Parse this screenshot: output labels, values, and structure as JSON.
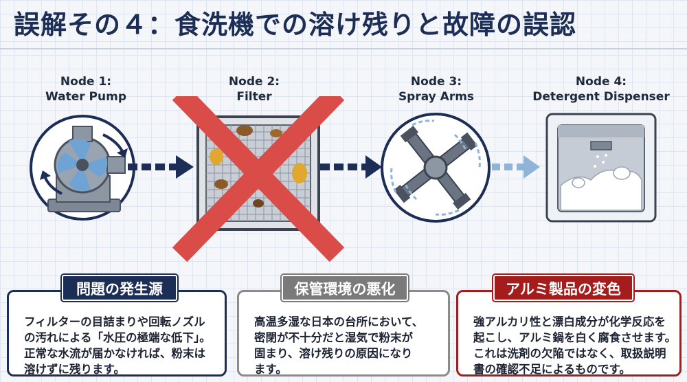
{
  "title": "誤解その４：食洗機での溶け残りと故障の誤認",
  "nodes": [
    {
      "line1": "Node 1:",
      "line2": "Water Pump",
      "icon": "water-pump-icon"
    },
    {
      "line1": "Node 2:",
      "line2": "Filter",
      "icon": "filter-icon",
      "status": "crossed-out"
    },
    {
      "line1": "Node 3:",
      "line2": "Spray Arms",
      "icon": "spray-arms-icon"
    },
    {
      "line1": "Node 4:",
      "line2": "Detergent Dispenser",
      "icon": "detergent-dispenser-icon"
    }
  ],
  "cards": [
    {
      "tag": "問題の発生源",
      "lines": [
        "フィルターの目詰まりや回転ノズル",
        "の汚れによる「水圧の極端な低下」。",
        "正常な水流が届かなければ、粉末は",
        "溶けずに残ります。"
      ]
    },
    {
      "tag": "保管環境の悪化",
      "lines": [
        "高温多湿な日本の台所において、",
        "密閉が不十分だと湿気で粉末が",
        "固まり、溶け残りの原因になり",
        "ます。"
      ]
    },
    {
      "tag": "アルミ製品の変色",
      "lines": [
        "強アルカリ性と漂白成分が化学反応を",
        "起こし、アルミ鍋を白く腐食させます。",
        "これは洗剤の欠陥ではなく、取扱説明",
        "書の確認不足によるものです。"
      ]
    }
  ],
  "colors": {
    "navy": "#1c2e55",
    "gray": "#7a7a7a",
    "red": "#a51c1c",
    "cross": "#d94c48",
    "light_blue": "#8fb4d8"
  }
}
